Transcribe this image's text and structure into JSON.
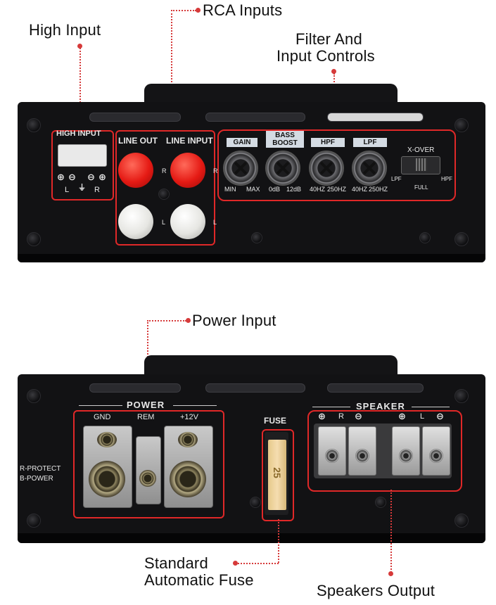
{
  "callouts": {
    "high_input": "High Input",
    "rca_inputs": "RCA Inputs",
    "filter_line1": "Filter And",
    "filter_line2": "Input Controls",
    "power_input": "Power Input",
    "fuse_line1": "Standard",
    "fuse_line2": "Automatic Fuse",
    "speakers_output": "Speakers Output"
  },
  "top_panel": {
    "high_input_label": "HIGH INPUT",
    "high_input_left": "L",
    "high_input_right": "R",
    "line_out": "LINE OUT",
    "line_input": "LINE INPUT",
    "rca_r": "R",
    "rca_l": "L",
    "gain": "GAIN",
    "gain_min": "MIN",
    "gain_max": "MAX",
    "bass_boost_1": "BASS",
    "bass_boost_2": "BOOST",
    "bass_min": "0dB",
    "bass_max": "12dB",
    "hpf": "HPF",
    "hpf_min": "40HZ",
    "hpf_max": "250HZ",
    "lpf": "LPF",
    "lpf_min": "40HZ",
    "lpf_max": "250HZ",
    "xover": "X-OVER",
    "xover_lpf": "LPF",
    "xover_full": "FULL",
    "xover_hpf": "HPF"
  },
  "bottom_panel": {
    "power": "POWER",
    "gnd": "GND",
    "rem": "REM",
    "plus12v": "+12V",
    "r_protect": "R-PROTECT",
    "b_power": "B-POWER",
    "fuse": "FUSE",
    "fuse_value": "25",
    "speaker": "SPEAKER",
    "spk_r": "R",
    "spk_l": "L"
  },
  "colors": {
    "callout_red": "#d63a3a",
    "panel": "#121214",
    "box_red": "#e02828"
  }
}
